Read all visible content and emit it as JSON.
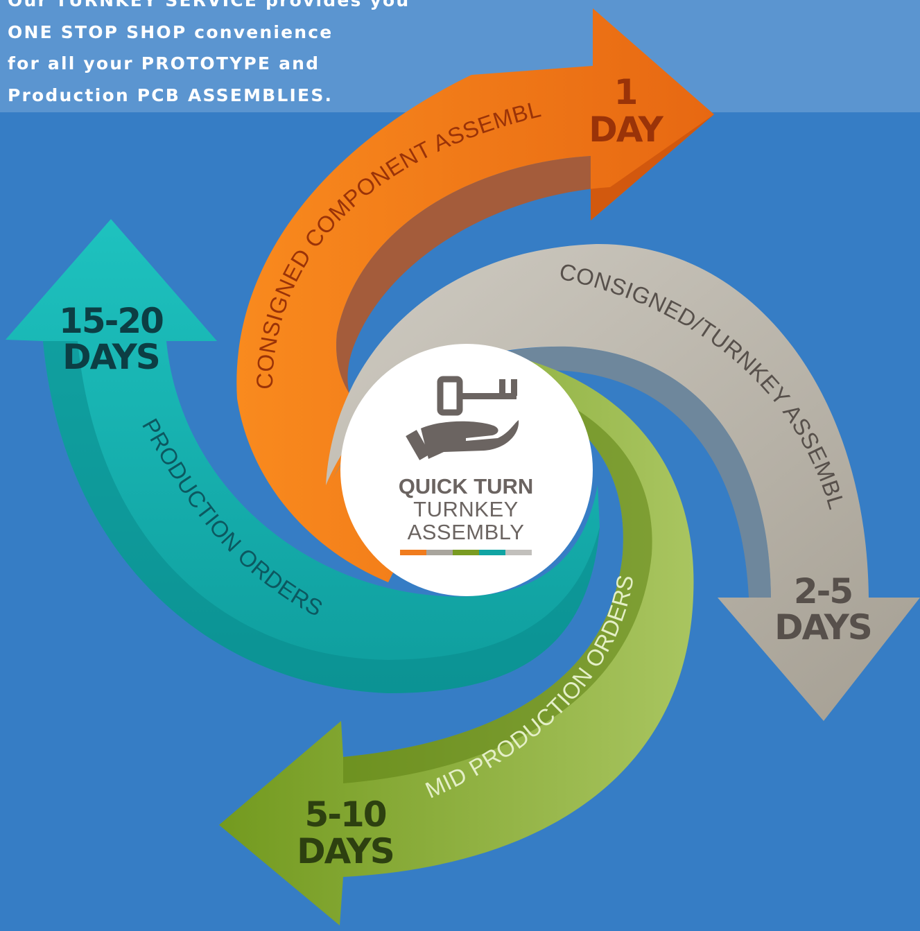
{
  "intro": {
    "lines": [
      "Our TURNKEY SERVICE provides you",
      "ONE STOP SHOP convenience",
      "for all your PROTOTYPE and",
      "Production PCB ASSEMBLIES."
    ]
  },
  "hub": {
    "line1": "QUICK TURN",
    "line2": "TURNKEY",
    "line3": "ASSEMBLY",
    "icon": "key-in-hand-icon",
    "stripe_colors": [
      "#f07c1e",
      "#a9a59d",
      "#7a9b22",
      "#11a4a3",
      "#c2c0bc"
    ]
  },
  "arrows": [
    {
      "label": "CONSIGNED COMPONENT ASSEMBLY",
      "days_line1": "1",
      "days_line2": "DAY",
      "color": "#f47a1a",
      "text_color": "#9a3308"
    },
    {
      "label": "CONSIGNED/TURNKEY ASSEMBLY",
      "days_line1": "2-5",
      "days_line2": "DAYS",
      "color": "#b7b1a6",
      "text_color": "#57504b"
    },
    {
      "label": "MID PRODUCTION ORDERS",
      "days_line1": "5-10",
      "days_line2": "DAYS",
      "color": "#8aad30",
      "text_color": "#2d4010"
    },
    {
      "label": "PRODUCTION ORDERS",
      "days_line1": "15-20",
      "days_line2": "DAYS",
      "color": "#17aaa7",
      "text_color": "#0c3e44"
    }
  ],
  "colors": {
    "background": "#367dc5",
    "top_band": "#5b95d0"
  }
}
